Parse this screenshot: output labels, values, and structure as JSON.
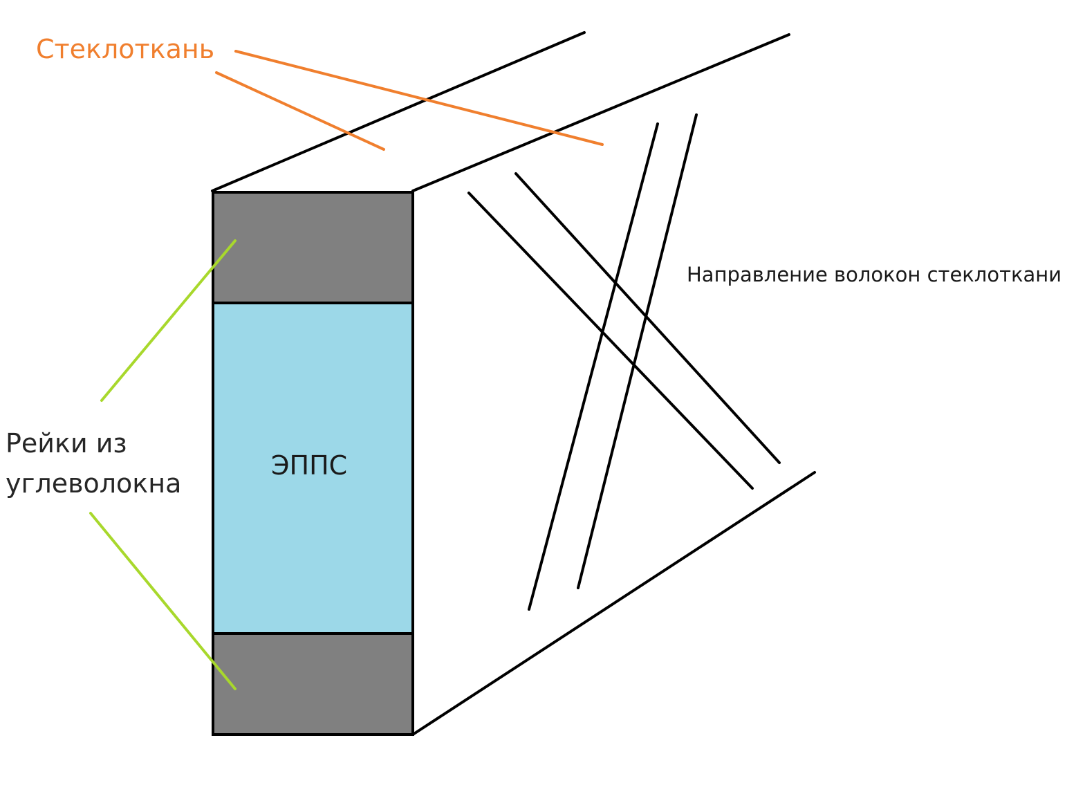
{
  "labels": {
    "fiberglass": "Стеклоткань",
    "fiber_direction": "Направление волокон стеклоткани",
    "carbon_slats_line1": "Рейки из",
    "carbon_slats_line2": "углеволокна",
    "xps": "ЭППС"
  },
  "colors": {
    "fiberglass_leader": "#f07f2e",
    "carbon_leader": "#a8d82c",
    "carbon_slat_fill": "#808080",
    "xps_fill": "#9cd8e8",
    "outline": "#000000"
  }
}
